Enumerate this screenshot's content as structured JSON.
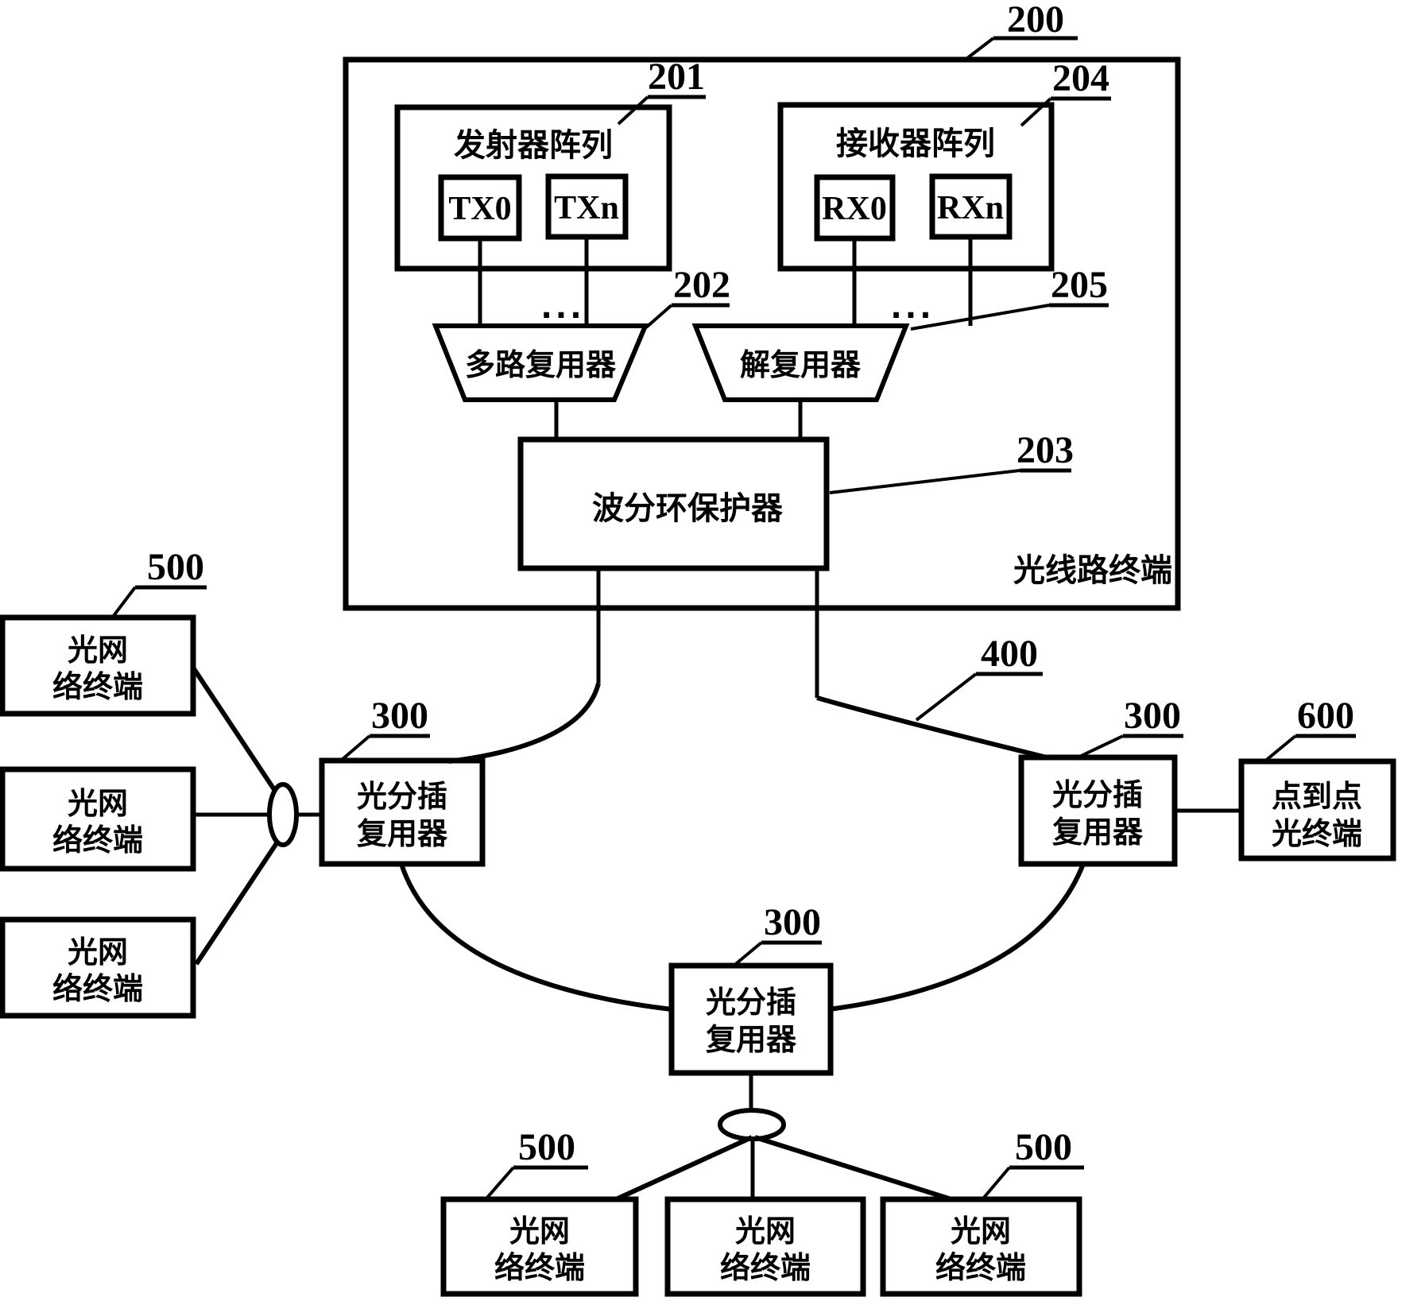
{
  "figure": {
    "olt": {
      "ref": "200",
      "name": "光线路终端"
    },
    "tx_array": {
      "ref": "201",
      "title": "发射器阵列",
      "tx0": "TX0",
      "txn": "TXn",
      "dots": "..."
    },
    "rx_array": {
      "ref": "204",
      "title": "接收器阵列",
      "rx0": "RX0",
      "rxn": "RXn",
      "dots": "..."
    },
    "mux": {
      "ref": "202",
      "label": "多路复用器"
    },
    "demux": {
      "ref": "205",
      "label": "解复用器"
    },
    "protector": {
      "ref": "203",
      "label": "波分环保护器"
    },
    "ring": {
      "ref": "400"
    },
    "oadm": {
      "ref": "300",
      "line1": "光分插",
      "line2": "复用器"
    },
    "ont": {
      "ref": "500",
      "line1": "光网",
      "line2": "络终端"
    },
    "p2p_terminal": {
      "ref": "600",
      "line1": "点到点",
      "line2": "光终端"
    }
  },
  "colors": {
    "ink": "#000000",
    "background": "#ffffff"
  }
}
